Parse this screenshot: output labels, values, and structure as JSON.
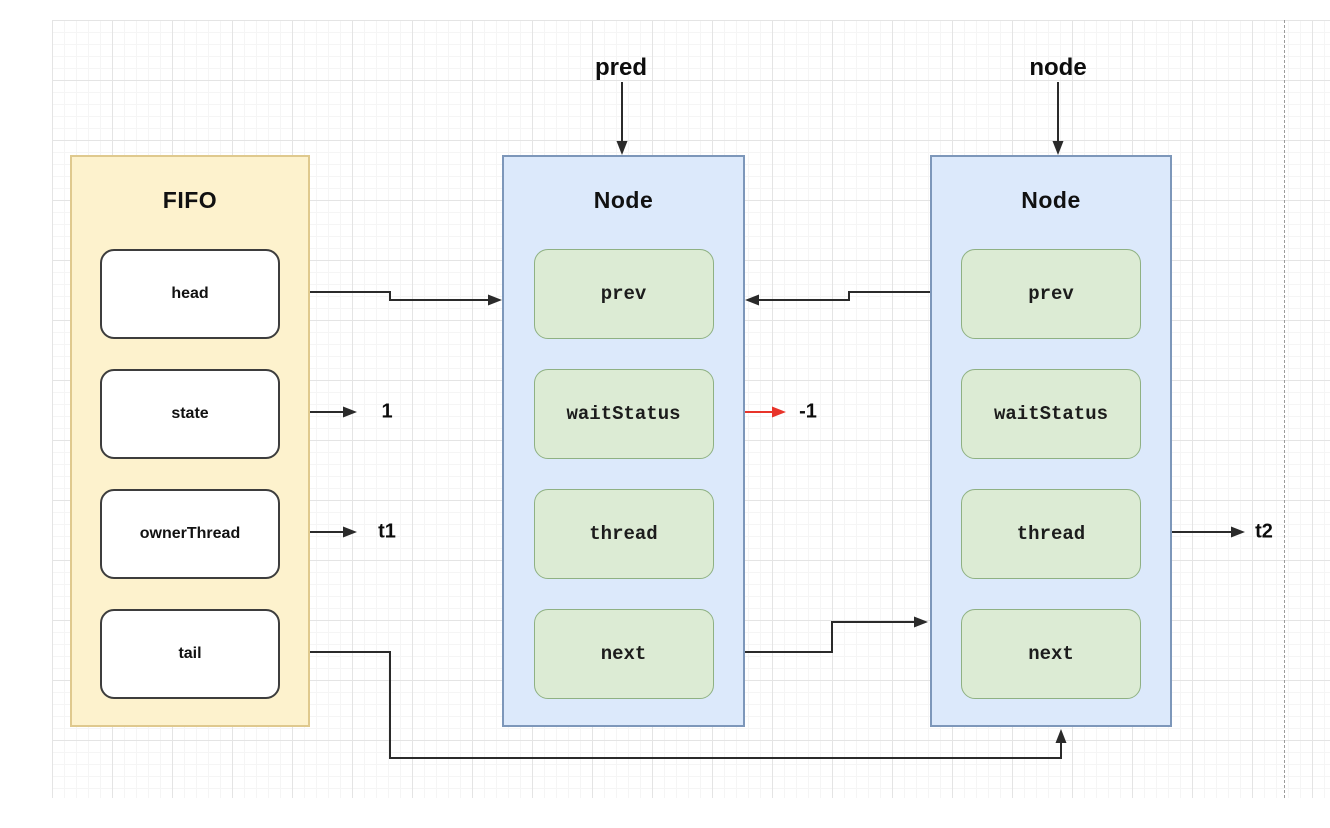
{
  "canvas": {
    "background": "#ffffff",
    "grid_minor_color": "#f5f5f5",
    "grid_major_color": "#e4e4e4",
    "page_break_color": "#9b9b9b"
  },
  "pointers": {
    "pred": "pred",
    "node": "node"
  },
  "fifo": {
    "title": "FIFO",
    "fields": [
      "head",
      "state",
      "ownerThread",
      "tail"
    ]
  },
  "node1": {
    "title": "Node",
    "fields": [
      "prev",
      "waitStatus",
      "thread",
      "next"
    ]
  },
  "node2": {
    "title": "Node",
    "fields": [
      "prev",
      "waitStatus",
      "thread",
      "next"
    ]
  },
  "values": {
    "state": "1",
    "ownerThread": "t1",
    "waitStatus": "-1",
    "thread": "t2"
  },
  "colors": {
    "fifo_fill": "#fdf2cd",
    "fifo_stroke": "#dfc98e",
    "node_fill": "#dce9fb",
    "node_stroke": "#7d97ba",
    "field_fill": "#dcebd4",
    "field_stroke": "#8fb183",
    "white_field_fill": "#ffffff",
    "white_field_stroke": "#3d3d3d",
    "edge": "#2a2a2a",
    "edge_highlight": "#e8342a"
  },
  "edges": [
    {
      "from": "pred-label",
      "to": "node1-top",
      "color": "#2a2a2a"
    },
    {
      "from": "node-label",
      "to": "node2-top",
      "color": "#2a2a2a"
    },
    {
      "from": "fifo.head",
      "to": "node1.prev",
      "color": "#2a2a2a"
    },
    {
      "from": "fifo.state",
      "to": "value 1",
      "color": "#2a2a2a"
    },
    {
      "from": "fifo.ownerThread",
      "to": "value t1",
      "color": "#2a2a2a"
    },
    {
      "from": "fifo.tail",
      "to": "node2-bottom",
      "color": "#2a2a2a"
    },
    {
      "from": "node2.prev",
      "to": "node1.prev",
      "color": "#2a2a2a"
    },
    {
      "from": "node1.waitStatus",
      "to": "value -1",
      "color": "#e8342a"
    },
    {
      "from": "node1.next",
      "to": "node2-left",
      "color": "#2a2a2a"
    },
    {
      "from": "node2.thread",
      "to": "value t2",
      "color": "#2a2a2a"
    }
  ]
}
